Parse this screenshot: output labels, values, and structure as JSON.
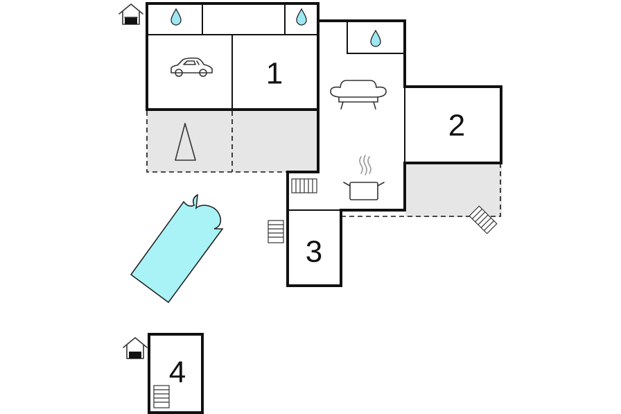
{
  "rooms": [
    {
      "id": "room-1",
      "label": "1"
    },
    {
      "id": "room-2",
      "label": "2"
    },
    {
      "id": "room-3",
      "label": "3"
    },
    {
      "id": "room-4",
      "label": "4"
    }
  ],
  "icons": {
    "house": "house-entrance-icon",
    "water": "water-drop-icon",
    "car": "car-icon",
    "sofa": "sofa-icon",
    "cooking": "cooking-pot-icon",
    "tent": "tent-icon",
    "stairs": "stairs-icon",
    "pool": "swimming-pool"
  },
  "colors": {
    "wall": "#111111",
    "terrace": "#e6e6e6",
    "water": "#9ee7f2",
    "pool": "#a9f3f7"
  }
}
